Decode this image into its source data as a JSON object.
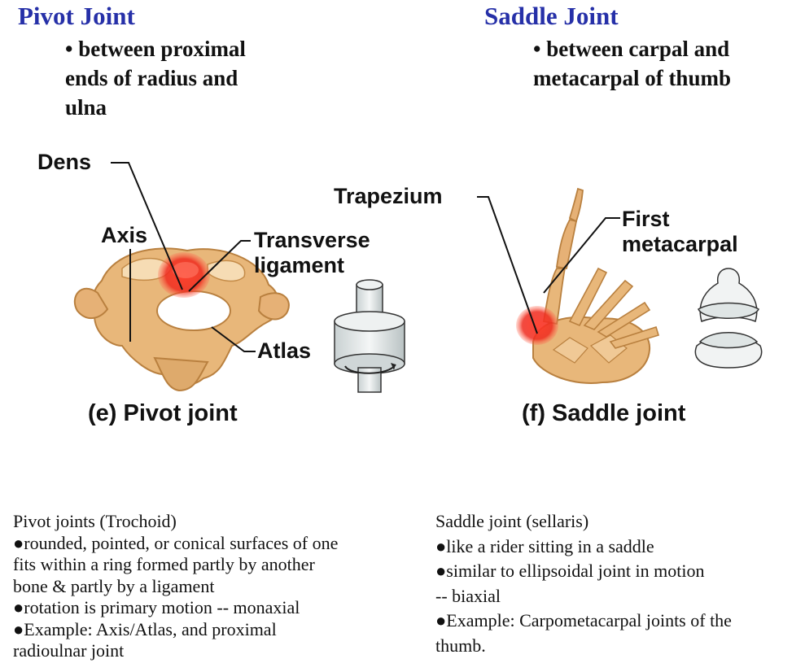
{
  "pivot": {
    "heading": "Pivot Joint",
    "subtitle": [
      "• between proximal",
      "ends of radius and",
      "ulna"
    ],
    "labels": {
      "dens": "Dens",
      "axis": "Axis",
      "transverse": [
        "Transverse",
        "ligament"
      ],
      "atlas": "Atlas"
    },
    "caption": "(e) Pivot joint",
    "notes": [
      "Pivot joints (Trochoid)",
      "●rounded, pointed, or conical surfaces of one",
      "fits within a ring formed partly by another",
      "bone & partly by a ligament",
      "●rotation is primary motion -- monaxial",
      "●Example: Axis/Atlas, and proximal",
      "radioulnar joint"
    ]
  },
  "saddle": {
    "heading": "Saddle Joint",
    "subtitle": [
      "• between carpal and",
      "metacarpal of thumb"
    ],
    "labels": {
      "trapezium": "Trapezium",
      "first_metacarpal": [
        "First",
        "metacarpal"
      ]
    },
    "caption": "(f) Saddle joint",
    "notes": [
      "Saddle joint (sellaris)",
      "●like a rider sitting in a saddle",
      "●similar to ellipsoidal joint in motion",
      "-- biaxial",
      "●Example: Carpometacarpal joints of the",
      "thumb."
    ]
  },
  "colors": {
    "heading": "#2630a8",
    "bone": "#e8b77a",
    "bone_light": "#f6dcb4",
    "highlight": "#e8261c",
    "model": "#dfe5e5"
  }
}
